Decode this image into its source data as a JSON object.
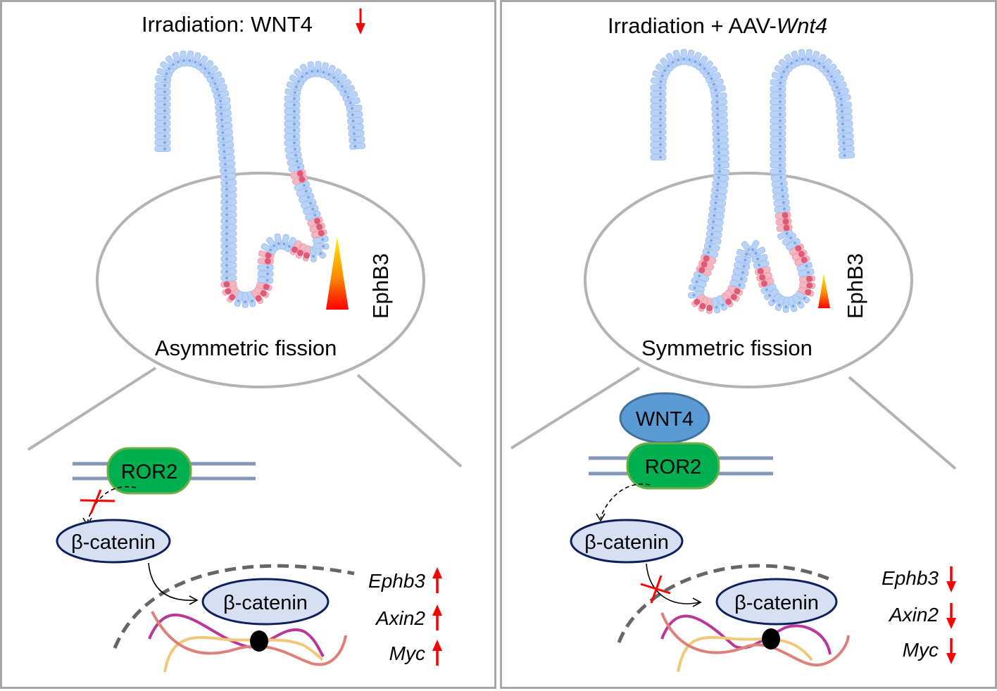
{
  "figure": {
    "panels": [
      {
        "id": "left",
        "title_prefix": "Irradiation: WNT4",
        "title_italic": "",
        "title_arrow": "down",
        "fission_label": "Asymmetric fission",
        "gradient_label": "EphB3",
        "gradient_level": "high",
        "ligand": "",
        "receptor": "ROR2",
        "signal_blocked_at": "membrane",
        "cytoplasm_protein": "β-catenin",
        "nuclear_protein": "β-catenin",
        "target_genes": [
          {
            "name": "Ephb3",
            "direction": "up"
          },
          {
            "name": "Axin2",
            "direction": "up"
          },
          {
            "name": "Myc",
            "direction": "up"
          }
        ]
      },
      {
        "id": "right",
        "title_prefix": "Irradiation + AAV-",
        "title_italic": "Wnt4",
        "title_arrow": "",
        "fission_label": "Symmetric fission",
        "gradient_label": "EphB3",
        "gradient_level": "low",
        "ligand": "WNT4",
        "receptor": "ROR2",
        "signal_blocked_at": "nucleus",
        "cytoplasm_protein": "β-catenin",
        "nuclear_protein": "β-catenin",
        "target_genes": [
          {
            "name": "Ephb3",
            "direction": "down"
          },
          {
            "name": "Axin2",
            "direction": "down"
          },
          {
            "name": "Myc",
            "direction": "down"
          }
        ]
      }
    ],
    "colors": {
      "cell_fill": "#b8d3f7",
      "cell_stroke": "#9dbce8",
      "nucleus": "#7fa6e6",
      "paneth_fill": "#f2b7c2",
      "paneth_nucleus": "#e05a78",
      "ellipse_stroke": "#b3b3b3",
      "receptor_fill": "#00b050",
      "receptor_stroke": "#70ad47",
      "ligand_fill": "#5b9bd5",
      "ligand_stroke": "#41719c",
      "catenin_fill": "#d6e0f2",
      "catenin_stroke": "#0d1f5c",
      "membrane": "#8497b8",
      "arrow_red": "#ff0000",
      "nuclear_envelope": "#666666",
      "dna_magenta": "#b8379a",
      "dna_yellow": "#f2c878",
      "dna_salmon": "#de8078"
    }
  }
}
